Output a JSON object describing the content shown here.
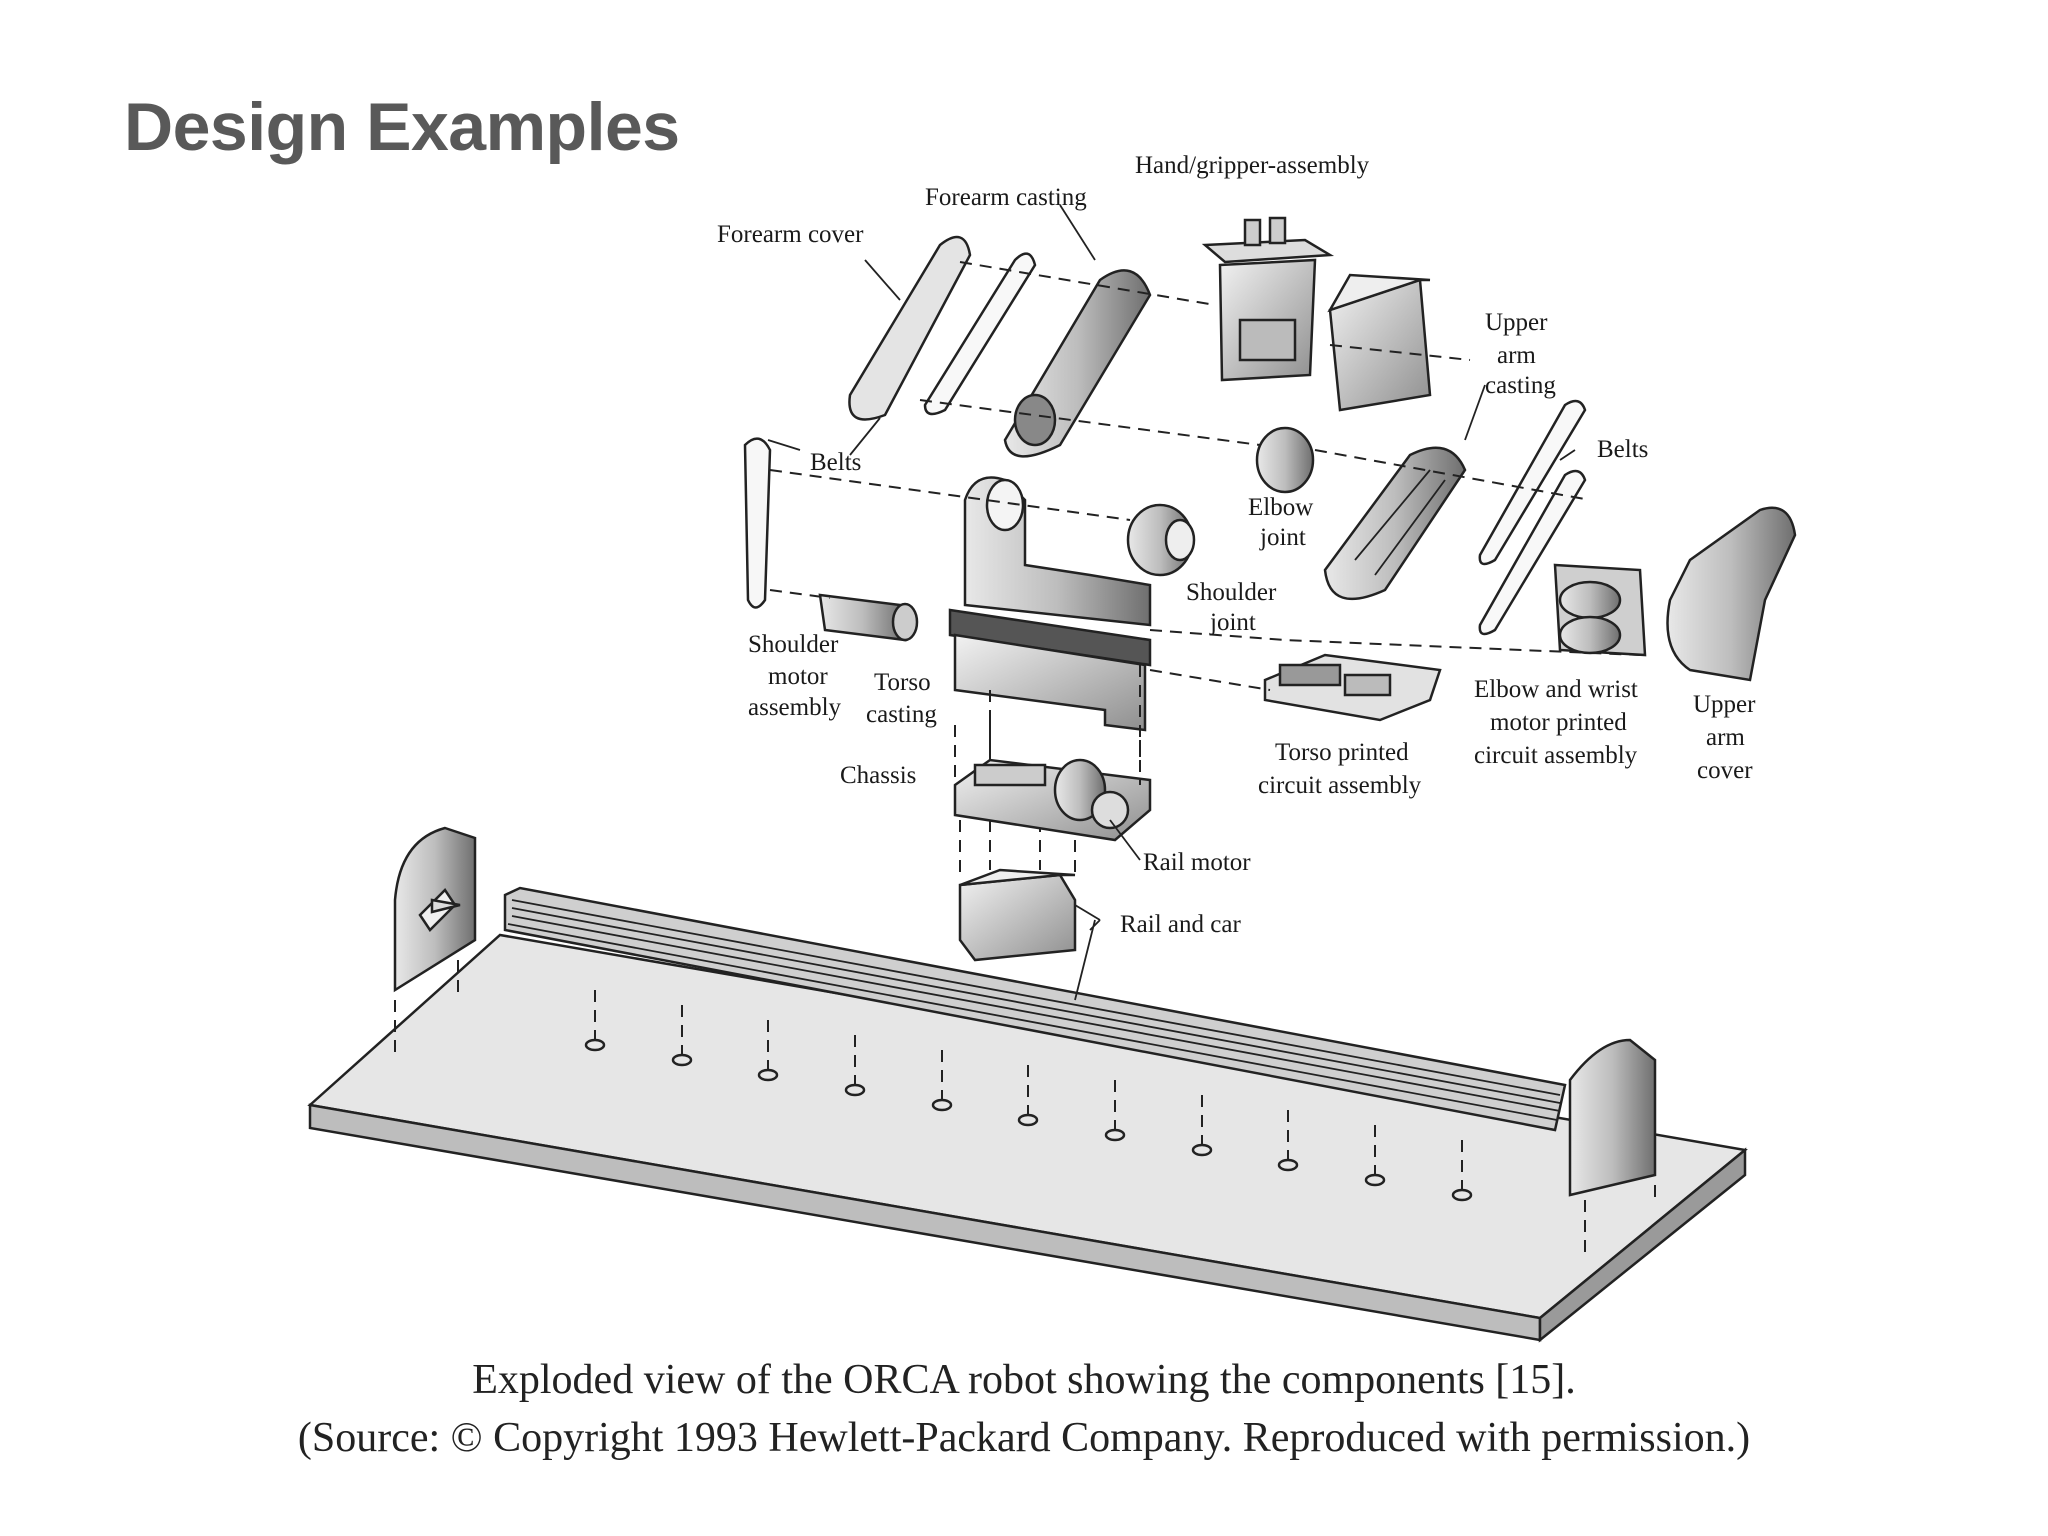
{
  "slide": {
    "title": "Design Examples",
    "caption_line1": "Exploded view of the ORCA robot showing the components [15].",
    "caption_line2": "(Source: © Copyright 1993 Hewlett-Packard Company. Reproduced with permission.)"
  },
  "labels": {
    "hand_gripper": "Hand/gripper-assembly",
    "forearm_casting": "Forearm casting",
    "forearm_cover": "Forearm cover",
    "upper_arm_casting": [
      "Upper",
      "arm",
      "casting"
    ],
    "belts_left": "Belts",
    "belts_right": "Belts",
    "elbow_joint": [
      "Elbow",
      "joint"
    ],
    "shoulder_joint": [
      "Shoulder",
      "joint"
    ],
    "shoulder_motor": [
      "Shoulder",
      "motor",
      "assembly"
    ],
    "torso_casting": [
      "Torso",
      "casting"
    ],
    "chassis": "Chassis",
    "torso_pcb": [
      "Torso printed",
      "circuit assembly"
    ],
    "elbow_wrist_pcb": [
      "Elbow and wrist",
      "motor printed",
      "circuit assembly"
    ],
    "upper_arm_cover": [
      "Upper",
      "arm",
      "cover"
    ],
    "rail_motor": "Rail motor",
    "rail_and_car": "Rail and car"
  },
  "colors": {
    "part_fill": "#d9d9d9",
    "part_dark": "#9a9a9a",
    "title": "#595959"
  }
}
